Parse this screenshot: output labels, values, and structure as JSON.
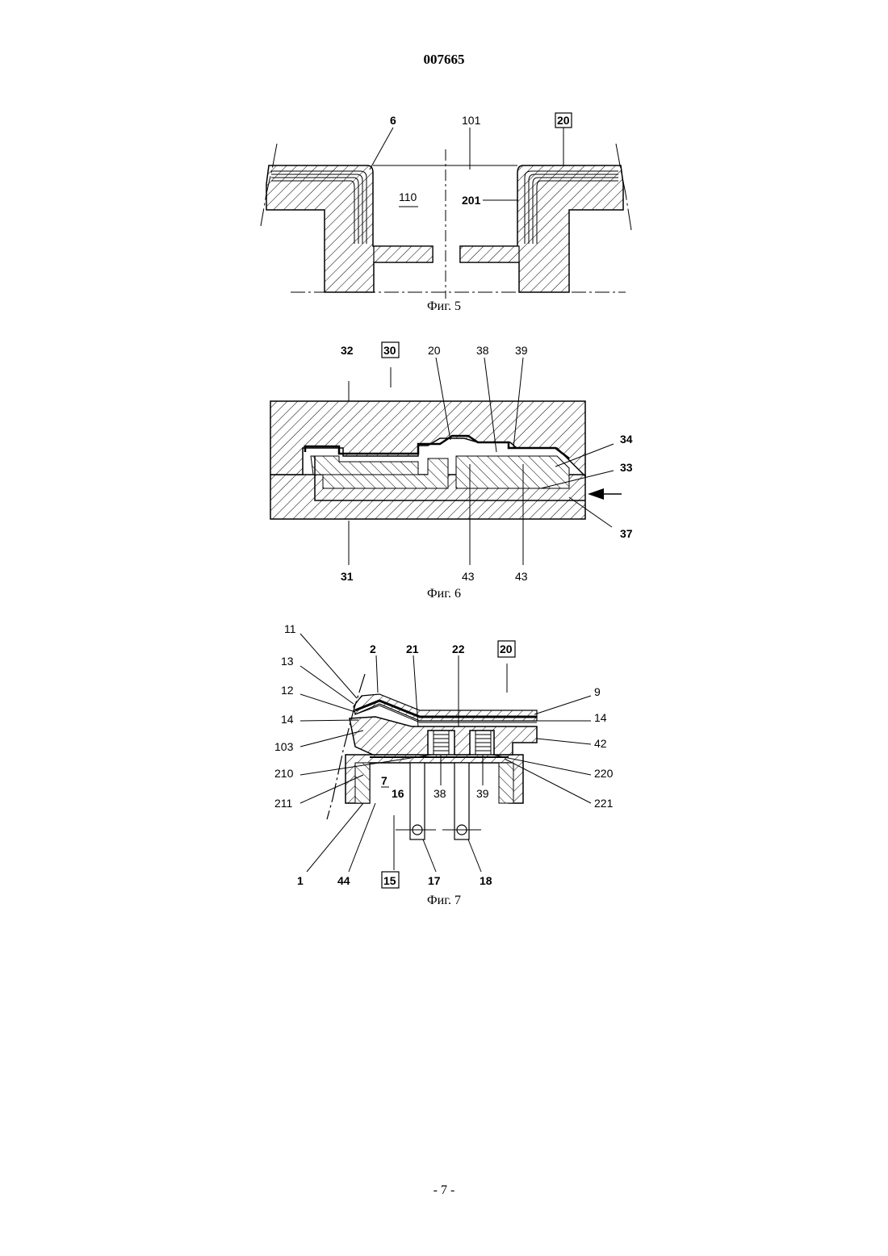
{
  "document": {
    "patent_number": "007665",
    "page_footer": "- 7 -"
  },
  "figures": [
    {
      "caption": "Фиг. 5",
      "labels": [
        "6",
        "101",
        "20",
        "110",
        "201"
      ]
    },
    {
      "caption": "Фиг. 6",
      "labels": [
        "32",
        "30",
        "20",
        "38",
        "39",
        "34",
        "33",
        "37",
        "31",
        "43",
        "43"
      ]
    },
    {
      "caption": "Фиг. 7",
      "labels": [
        "11",
        "13",
        "12",
        "14",
        "103",
        "210",
        "211",
        "1",
        "44",
        "15",
        "17",
        "18",
        "2",
        "21",
        "22",
        "20",
        "9",
        "14",
        "42",
        "220",
        "221",
        "7",
        "16",
        "38",
        "39"
      ]
    }
  ]
}
